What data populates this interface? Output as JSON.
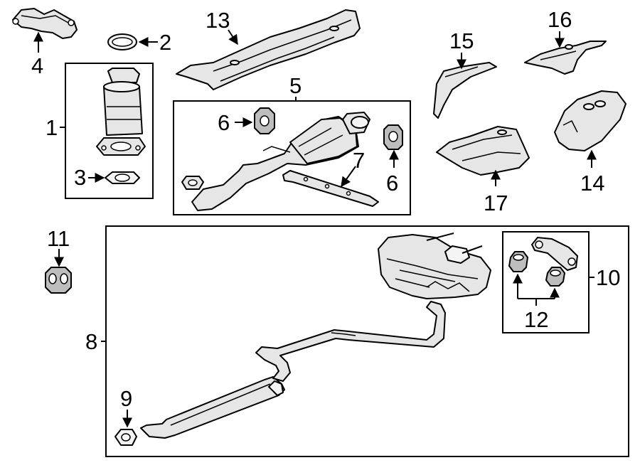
{
  "callouts": {
    "c1": "1",
    "c2": "2",
    "c3": "3",
    "c4": "4",
    "c5": "5",
    "c6a": "6",
    "c6b": "6",
    "c7": "7",
    "c8": "8",
    "c9": "9",
    "c10": "10",
    "c11": "11",
    "c12": "12",
    "c13": "13",
    "c14": "14",
    "c15": "15",
    "c16": "16",
    "c17": "17"
  }
}
